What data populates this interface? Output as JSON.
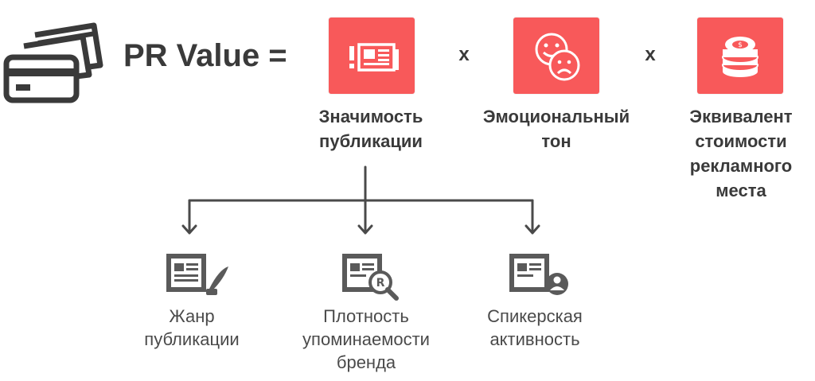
{
  "title": "PR Value =",
  "operators": [
    "x",
    "x"
  ],
  "colors": {
    "accent": "#f8595a",
    "text": "#3a3a3a",
    "icon_gray": "#5a5a5a"
  },
  "factors": [
    {
      "icon": "newspaper-alert-icon",
      "lines": [
        "Значимость",
        "публикации"
      ]
    },
    {
      "icon": "happy-sad-face-icon",
      "lines": [
        "Эмоциональный",
        "тон"
      ]
    },
    {
      "icon": "coins-stack-icon",
      "lines": [
        "Эквивалент",
        "стоимости",
        "рекламного",
        "места"
      ]
    }
  ],
  "subfactors": [
    {
      "icon": "newspaper-quill-icon",
      "lines": [
        "Жанр",
        "публикации"
      ]
    },
    {
      "icon": "newspaper-magnifier-icon",
      "lines": [
        "Плотность",
        "упоминаемости",
        "бренда"
      ]
    },
    {
      "icon": "newspaper-person-icon",
      "lines": [
        "Спикерская",
        "активность"
      ]
    }
  ],
  "decor": {
    "icon": "credit-cards-icon"
  }
}
